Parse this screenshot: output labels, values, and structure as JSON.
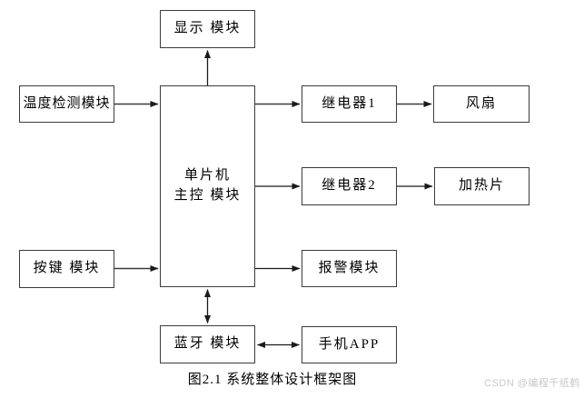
{
  "diagram": {
    "nodes": {
      "display": {
        "label": "显示 模块"
      },
      "temp": {
        "label": "温度检测模块"
      },
      "mcu": {
        "label": "单片机\n主控 模块"
      },
      "relay1": {
        "label": "继电器1"
      },
      "fan": {
        "label": "风扇"
      },
      "relay2": {
        "label": "继电器2"
      },
      "heater": {
        "label": "加热片"
      },
      "keys": {
        "label": "按键 模块"
      },
      "alarm": {
        "label": "报警模块"
      },
      "bluetooth": {
        "label": "蓝牙 模块"
      },
      "app": {
        "label": "手机APP"
      }
    },
    "caption": "图2.1 系统整体设计框架图",
    "watermark": "CSDN @编程千纸鹤",
    "colors": {
      "line": "#3a3a3a",
      "border": "#3c3c3c",
      "text": "#000000",
      "watermark_text": "#c8c8c8",
      "background": "#ffffff"
    }
  }
}
